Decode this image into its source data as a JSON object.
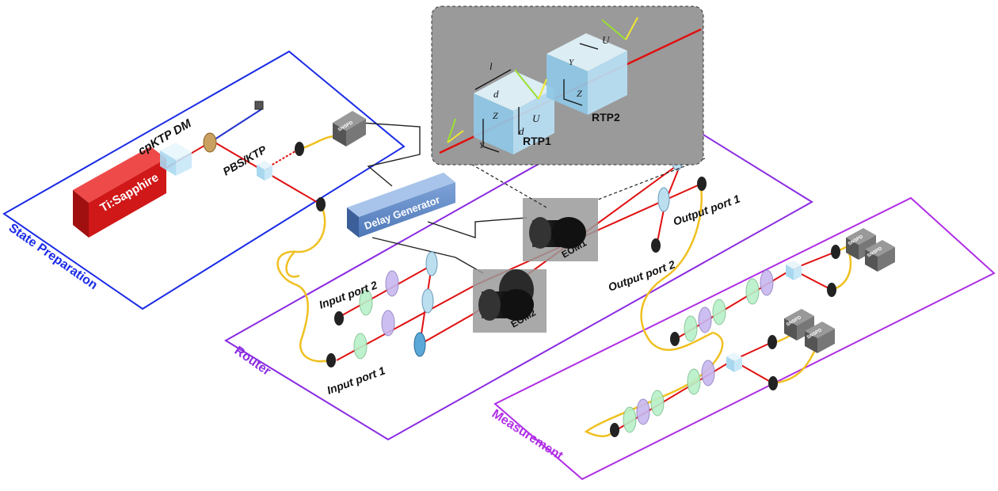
{
  "panels": {
    "state_preparation": "State Preparation",
    "router": "Router",
    "measurement": "Measurement"
  },
  "components": {
    "laser": "Ti:Sapphire",
    "crystal_label": "cpKTP DM",
    "pbs_label": "PBS/KTP",
    "delay_generator": "Delay Generator",
    "eom1": "EOM1",
    "eom2": "EOM2",
    "detector": "SNSPD",
    "input_port_1": "Input port 1",
    "input_port_2": "Input port 2",
    "output_port_1": "Output port 1",
    "output_port_2": "Output port 2"
  },
  "inset": {
    "rtp1": "RTP1",
    "rtp2": "RTP2",
    "symbols": {
      "l": "l",
      "d": "d",
      "z": "Z",
      "y": "Y",
      "u": "U"
    }
  },
  "colors": {
    "state_border": "#1a2be6",
    "router_border": "#8a2be2",
    "measurement_border": "#b02ee6",
    "beam": "#e01010",
    "fiber": "#f0c020",
    "laser": "#d01818",
    "inset_bg": "#9a9a9a"
  }
}
